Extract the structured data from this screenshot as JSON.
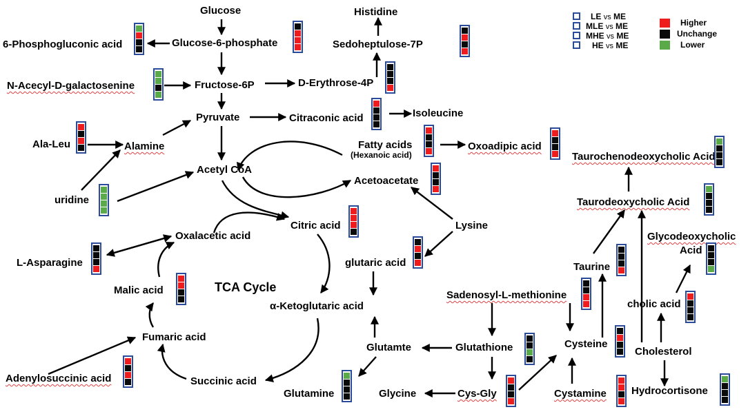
{
  "legend": {
    "comparisons": [
      {
        "group": "LE",
        "vs": "vs",
        "ref": "ME"
      },
      {
        "group": "MLE",
        "vs": "vs",
        "ref": "ME"
      },
      {
        "group": "MHE",
        "vs": "vs",
        "ref": "ME"
      },
      {
        "group": "HE",
        "vs": "vs",
        "ref": "ME"
      }
    ],
    "states": [
      {
        "key": "H",
        "label": "Higher",
        "color": "#ee1c1c"
      },
      {
        "key": "U",
        "label": "Unchange",
        "color": "#0a0a0a"
      },
      {
        "key": "L",
        "label": "Lower",
        "color": "#5aaa4a"
      }
    ]
  },
  "labels": {
    "glucose": "Glucose",
    "g6p": "Glucose-6-phosphate",
    "pga": "6-Phosphogluconic acid",
    "histidine": "Histidine",
    "s7p": "Sedoheptulose-7P",
    "nacetyl": "N-Acecyl-D-galactosenine",
    "f6p": "Fructose-6P",
    "e4p": "D-Erythrose-4P",
    "pyruvate": "Pyruvate",
    "citraconic": "Citraconic acid",
    "isoleucine": "Isoleucine",
    "alaleu": "Ala-Leu",
    "alamine": "Alamine",
    "fatty": "Fatty acids",
    "hexanoic": "(Hexanoic acid)",
    "oxoadipic": "Oxoadipic acid",
    "tcdca": "Taurochenodeoxycholic Acid",
    "acetylcoa": "Acetyl CoA",
    "acetoacetate": "Acetoacetate",
    "uridine": "uridine",
    "tdca": "Taurodeoxycholic Acid",
    "lysine": "Lysine",
    "citric": "Citric acid",
    "oxalacetic": "Oxalacetic acid",
    "glycodeoxycholic1": "Glycodeoxycholic",
    "glycodeoxycholic2": "Acid",
    "asparagine": "L-Asparagine",
    "glutaric": "glutaric acid",
    "taurine": "Taurine",
    "malic": "Malic acid",
    "tca": "TCA  Cycle",
    "sam": "Sadenosyl-L-methionine",
    "cholic": "cholic acid",
    "akg": "α-Ketoglutaric acid",
    "fumaric": "Fumaric acid",
    "glutamte": "Glutamte",
    "glutathione": "Glutathione",
    "cysteine": "Cysteine",
    "cholesterol": "Cholesterol",
    "adenylosuccinic": "Adenylosuccinic acid",
    "succinic": "Succinic acid",
    "glutamine": "Glutamine",
    "glycine": "Glycine",
    "cysgly": "Cys-Gly",
    "cystamine": "Cystamine",
    "hydrocortisone": "Hydrocortisone"
  },
  "indicators": {
    "g6p": [
      "U",
      "H",
      "H",
      "H"
    ],
    "pga": [
      "L",
      "H",
      "U",
      "U"
    ],
    "s7p": [
      "U",
      "H",
      "U",
      "H"
    ],
    "nacetyl": [
      "L",
      "L",
      "U",
      "L"
    ],
    "e4p": [
      "U",
      "U",
      "U",
      "H"
    ],
    "citraconic": [
      "H",
      "U",
      "U",
      "U"
    ],
    "alaleu": [
      "H",
      "U",
      "H",
      "U"
    ],
    "fatty": [
      "H",
      "U",
      "U",
      "H"
    ],
    "oxoadipic": [
      "H",
      "U",
      "U",
      "H"
    ],
    "acetoacetate": [
      "H",
      "U",
      "U",
      "H"
    ],
    "tcdca": [
      "L",
      "U",
      "U",
      "U"
    ],
    "uridine": [
      "L",
      "L",
      "L",
      "L"
    ],
    "tdca": [
      "L",
      "U",
      "U",
      "U"
    ],
    "citric": [
      "H",
      "H",
      "H",
      "U"
    ],
    "asparagine": [
      "U",
      "U",
      "U",
      "H"
    ],
    "glutaric": [
      "U",
      "H",
      "U",
      "H"
    ],
    "glycodeoxycholic": [
      "U",
      "U",
      "U",
      "L"
    ],
    "taurine": [
      "U",
      "U",
      "U",
      "H"
    ],
    "malic": [
      "H",
      "H",
      "U",
      "U"
    ],
    "sam": [
      "U",
      "U",
      "H",
      "H"
    ],
    "cholic": [
      "H",
      "U",
      "U",
      "U"
    ],
    "glutathione": [
      "U",
      "U",
      "L",
      "U"
    ],
    "cysteine": [
      "U",
      "H",
      "U",
      "U"
    ],
    "adenylosuccinic": [
      "H",
      "U",
      "H",
      "U"
    ],
    "glutamine": [
      "L",
      "U",
      "U",
      "U"
    ],
    "cysgly": [
      "H",
      "U",
      "U",
      "H"
    ],
    "cystamine": [
      "H",
      "H",
      "U",
      "H"
    ],
    "hydrocortisone": [
      "L",
      "U",
      "U",
      "U"
    ]
  }
}
